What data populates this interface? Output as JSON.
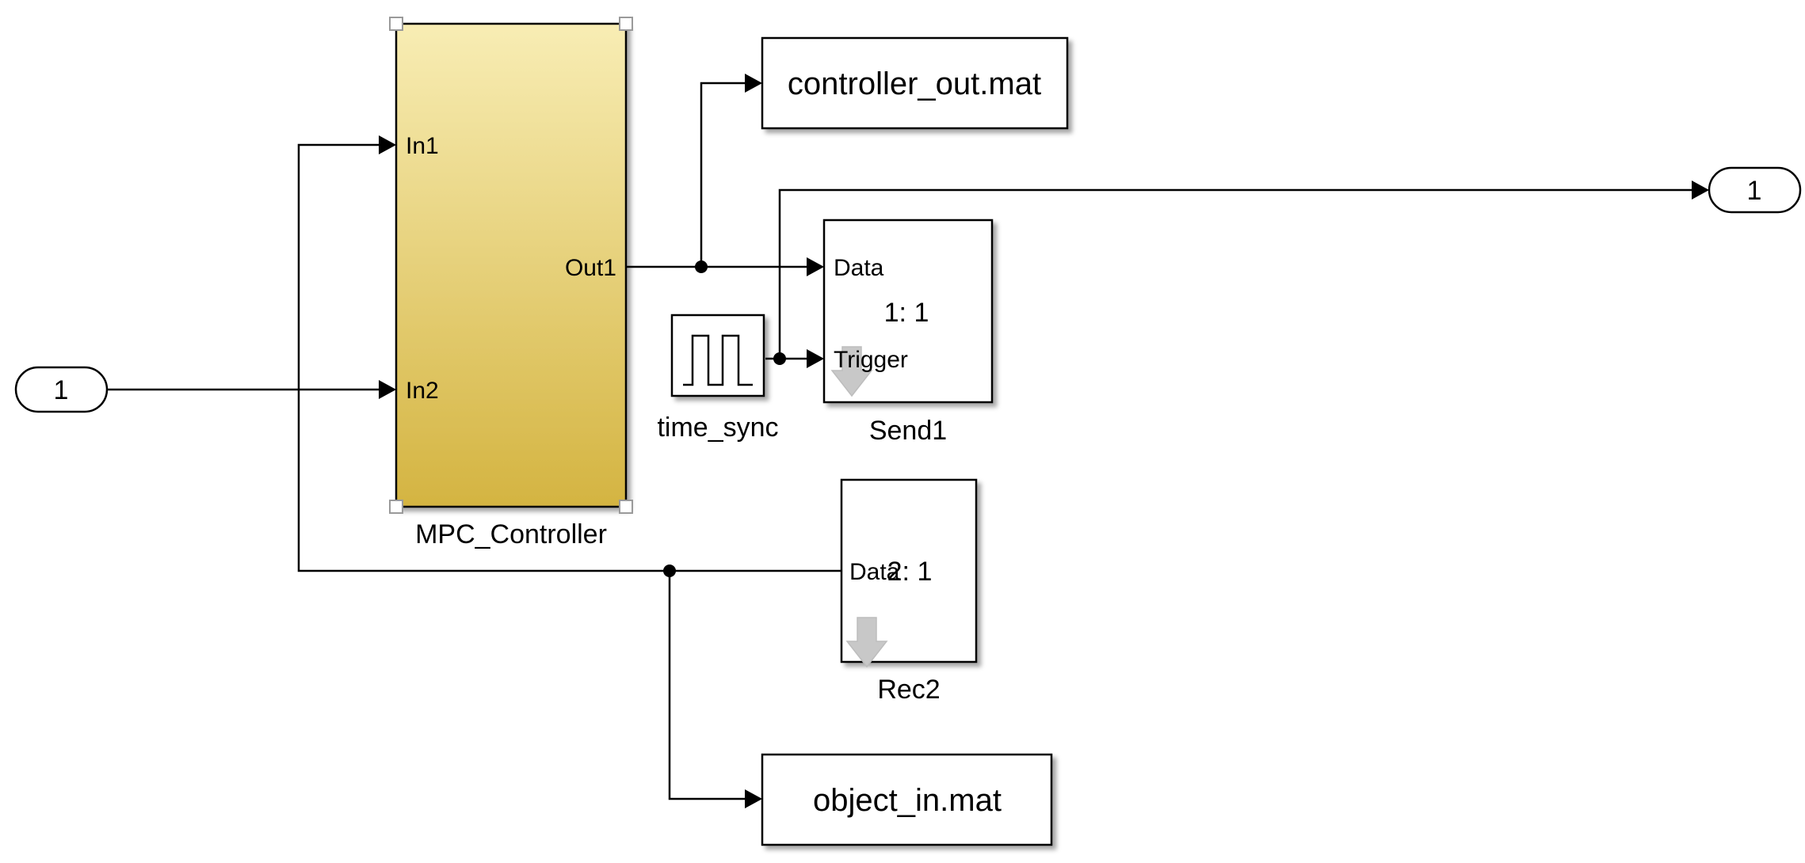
{
  "inport": {
    "label": "1"
  },
  "outport": {
    "label": "1"
  },
  "mpc_controller": {
    "name": "MPC_Controller",
    "ports": {
      "in1": "In1",
      "in2": "In2",
      "out1": "Out1"
    },
    "colors": {
      "top": "#f8edb4",
      "bottom": "#d4b441"
    }
  },
  "controller_out": {
    "label": "controller_out.mat"
  },
  "object_in": {
    "label": "object_in.mat"
  },
  "time_sync": {
    "name": "time_sync",
    "icon": "pulse-generator-icon"
  },
  "send1": {
    "name": "Send1",
    "ports": {
      "data": "Data",
      "trigger": "Trigger"
    },
    "rate_label": "1: 1",
    "icon": "down-arrow-icon"
  },
  "rec2": {
    "name": "Rec2",
    "ports": {
      "data": "Data"
    },
    "rate_label": "2: 1",
    "icon": "down-arrow-icon"
  }
}
